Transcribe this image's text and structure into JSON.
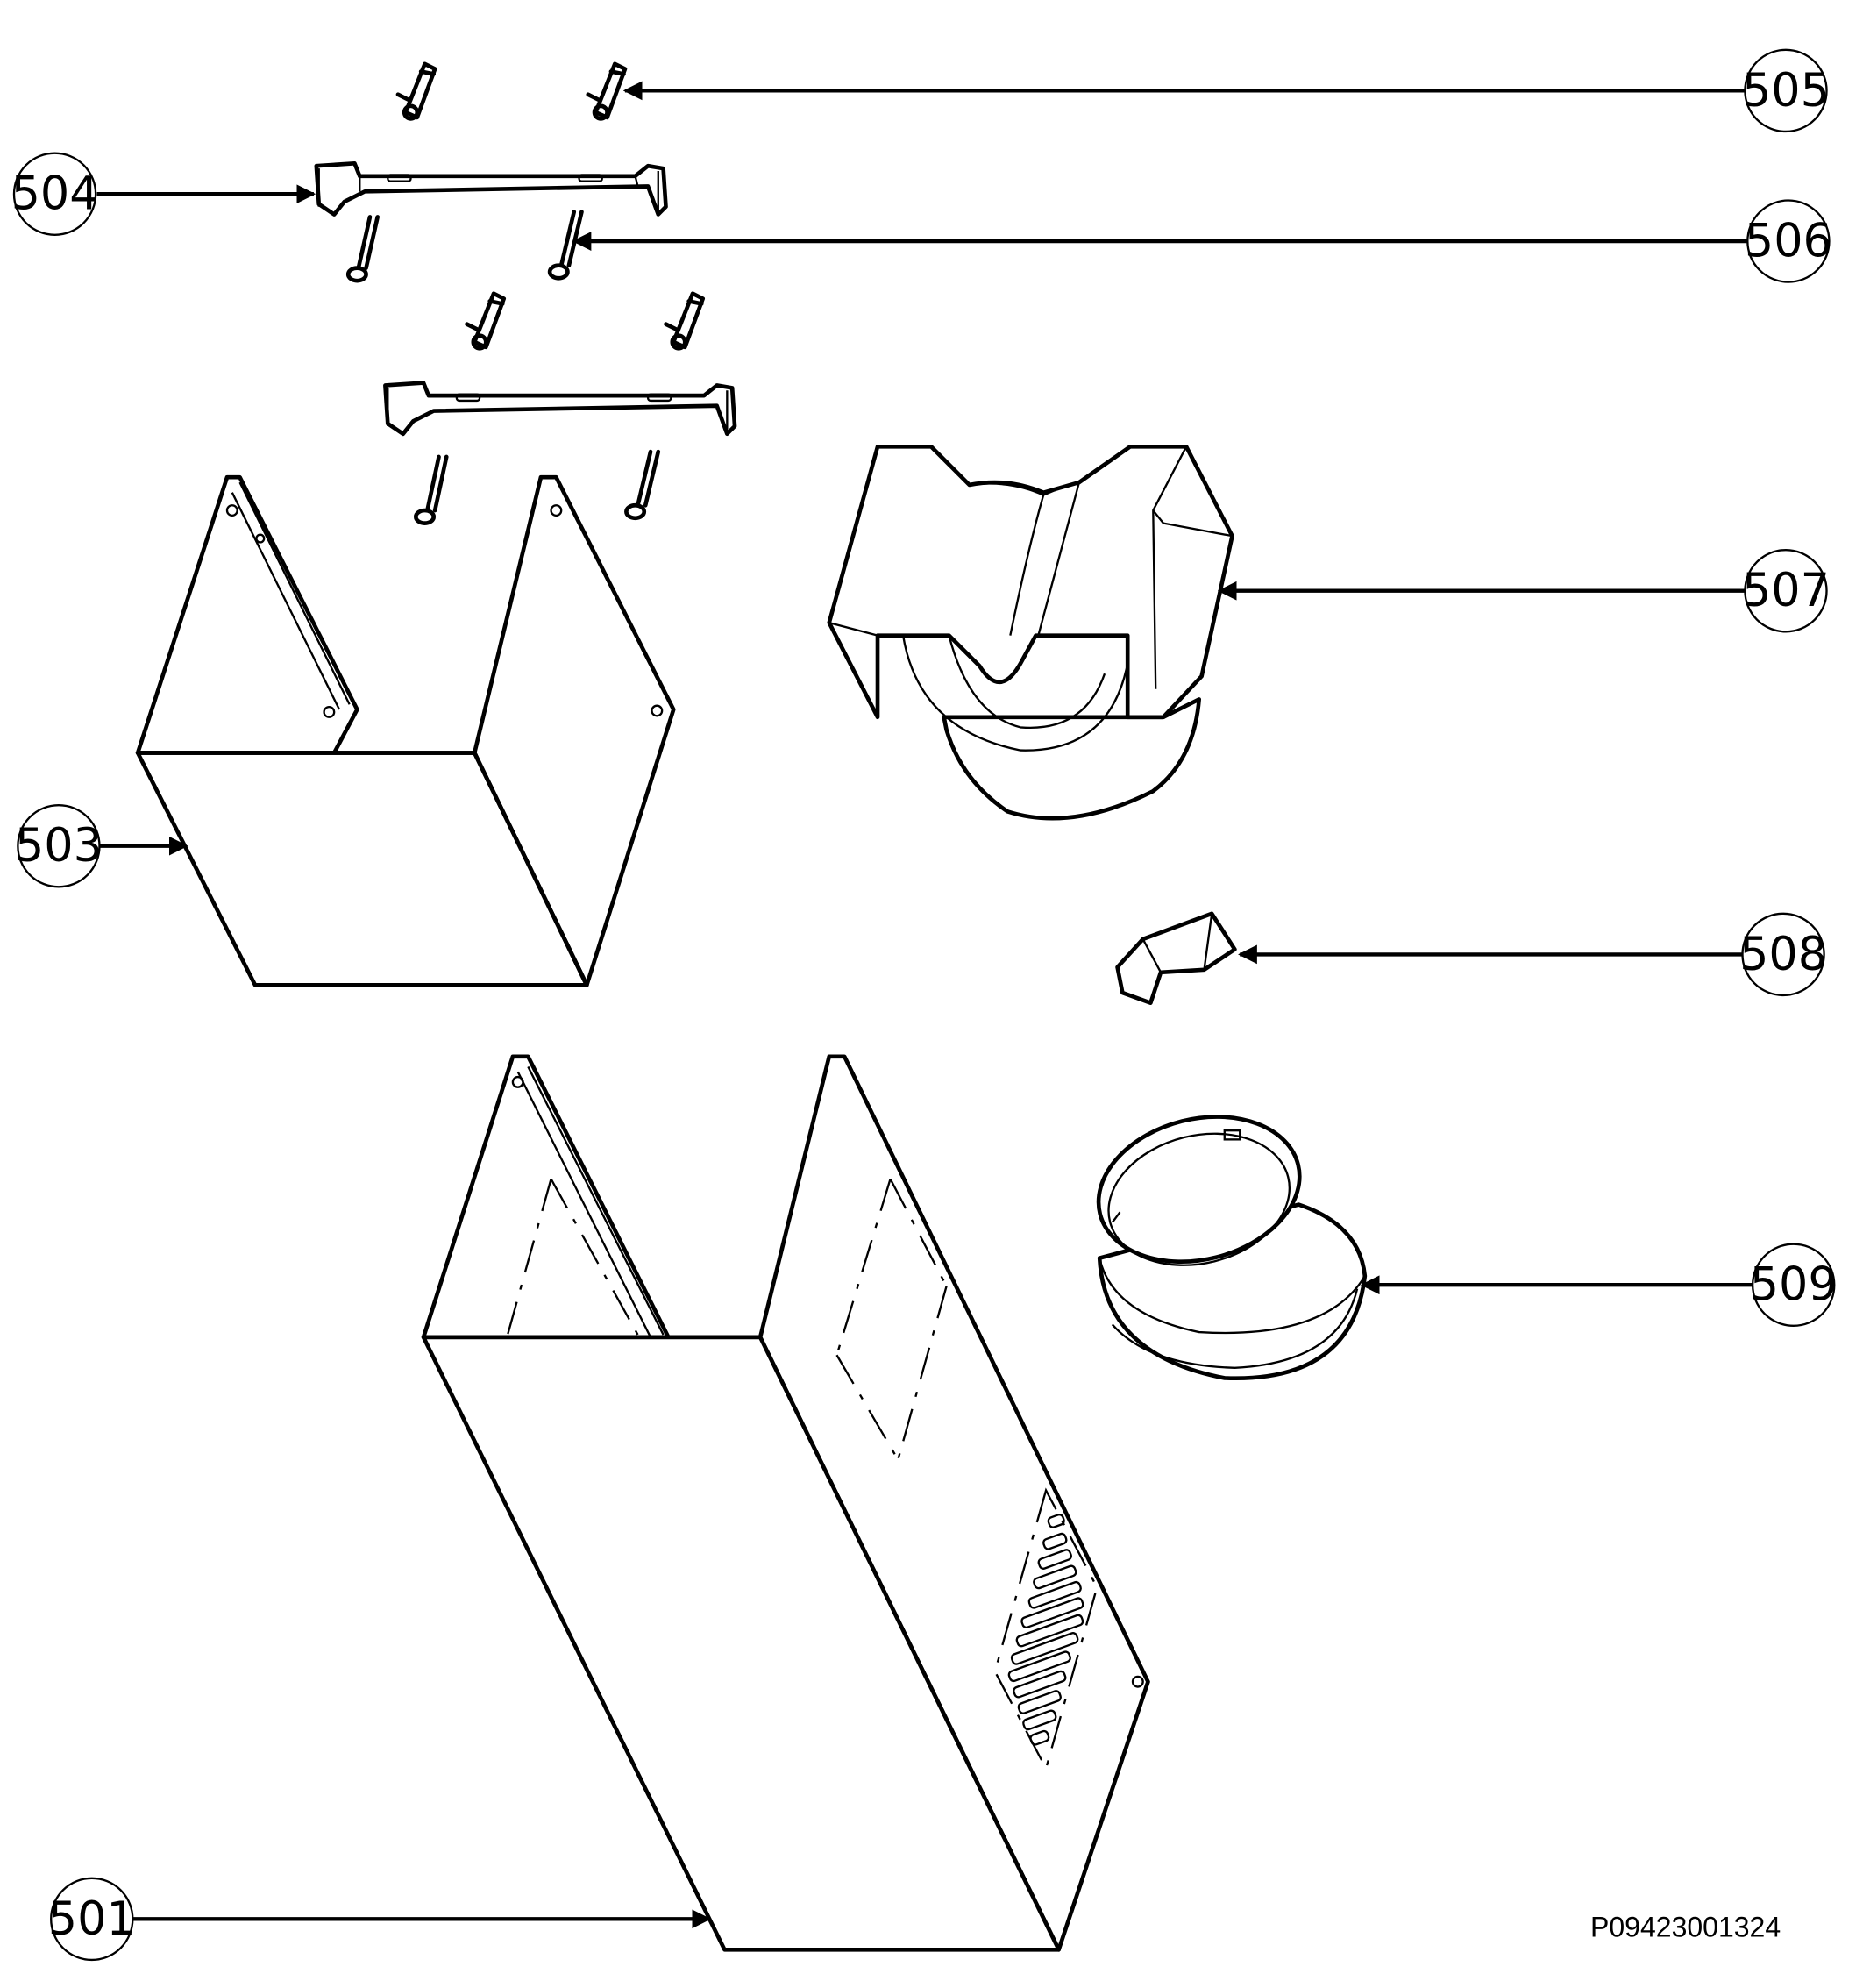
{
  "callouts": {
    "c501": "501",
    "c503": "503",
    "c504": "504",
    "c505": "505",
    "c506": "506",
    "c507": "507",
    "c508": "508",
    "c509": "509"
  },
  "drawing_code": "P09423001324"
}
